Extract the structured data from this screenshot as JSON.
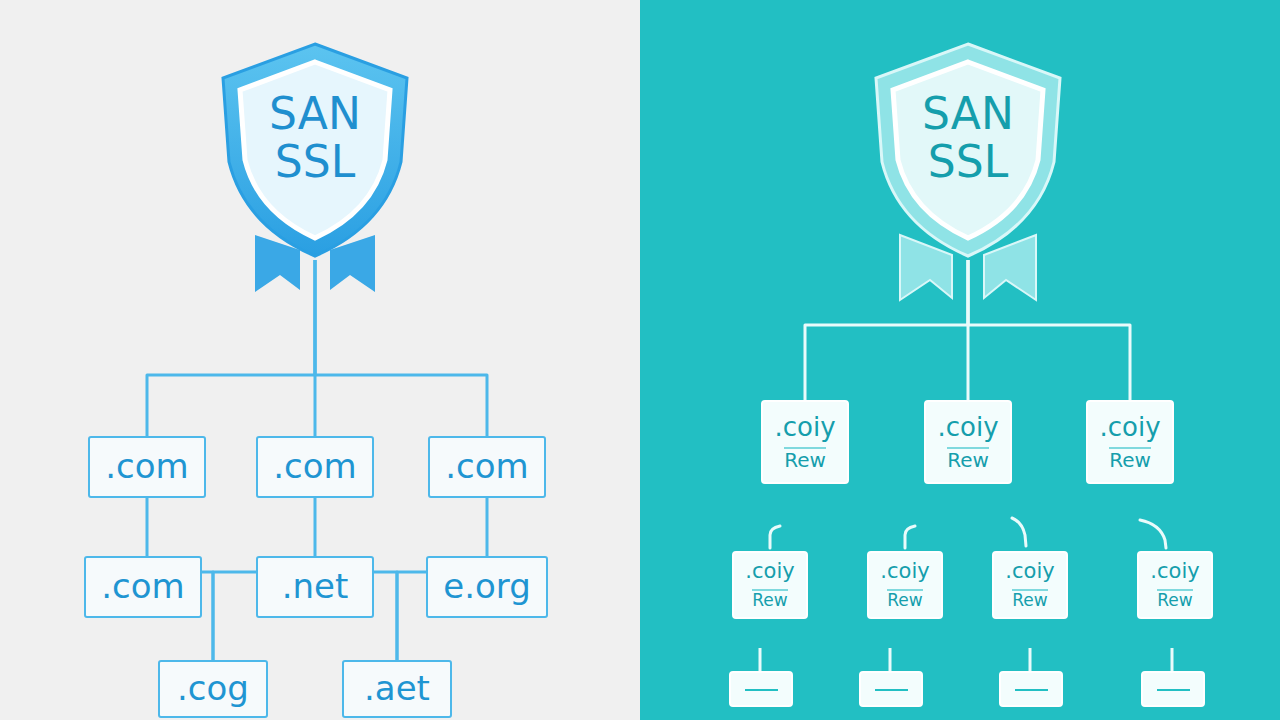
{
  "diagram": {
    "nodes": [
      {
        "text": [
          "SAN SSL"
        ]
      },
      {
        "text": [
          ".com"
        ]
      },
      {
        "text": [
          ".com"
        ]
      },
      {
        "text": [
          ".com"
        ]
      },
      {
        "text": [
          ".com"
        ]
      },
      {
        "text": [
          ".net"
        ]
      },
      {
        "text": [
          "e.org"
        ]
      },
      {
        "text": [
          ".cog"
        ]
      },
      {
        "text": [
          ".aet"
        ]
      },
      {
        "text": [
          "SAN SSL"
        ]
      },
      {
        "text": [
          ".coiy",
          "Rew"
        ]
      },
      {
        "text": [
          ".coiy",
          "Rew"
        ]
      },
      {
        "text": [
          ".coiy",
          "Rew"
        ]
      },
      {
        "text": [
          ".coiy",
          "Rew"
        ]
      },
      {
        "text": [
          ".coiy",
          "Rew"
        ]
      },
      {
        "text": [
          ".coiy",
          "Rew"
        ]
      },
      {
        "text": [
          ".coiy",
          "Rew"
        ]
      }
    ],
    "edges": [
      {
        "from": 0,
        "to": 1,
        "arrow": "none"
      },
      {
        "from": 0,
        "to": 2,
        "arrow": "none"
      },
      {
        "from": 0,
        "to": 3,
        "arrow": "none"
      },
      {
        "from": 1,
        "to": 4,
        "arrow": "none"
      },
      {
        "from": 2,
        "to": 5,
        "arrow": "none"
      },
      {
        "from": 3,
        "to": 6,
        "arrow": "none"
      },
      {
        "from": 4,
        "to": 7,
        "arrow": "none"
      },
      {
        "from": 5,
        "to": 7,
        "arrow": "none"
      },
      {
        "from": 5,
        "to": 8,
        "arrow": "none"
      },
      {
        "from": 6,
        "to": 8,
        "arrow": "none"
      },
      {
        "from": 9,
        "to": 10,
        "arrow": "none"
      },
      {
        "from": 9,
        "to": 11,
        "arrow": "none"
      },
      {
        "from": 9,
        "to": 12,
        "arrow": "none"
      }
    ]
  }
}
